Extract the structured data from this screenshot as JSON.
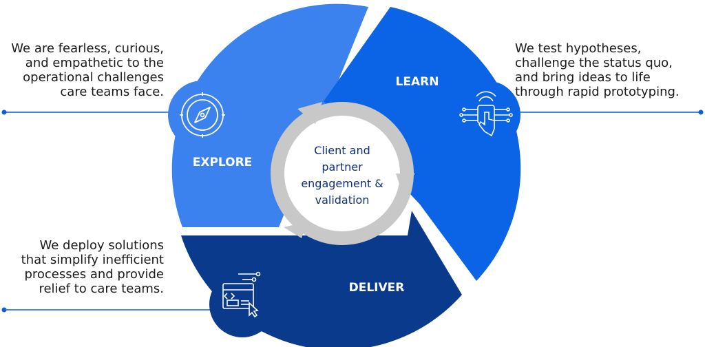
{
  "segments": {
    "explore": {
      "label": "EXPLORE",
      "color": "#3b82ee",
      "icon": "compass-icon",
      "description": [
        "We are fearless, curious,",
        "and empathetic to the",
        "operational challenges",
        "care teams face."
      ]
    },
    "learn": {
      "label": "LEARN",
      "color": "#0b63e5",
      "icon": "touch-circuit-icon",
      "description": [
        "We test hypotheses,",
        "challenge the status quo,",
        "and bring ideas to life",
        "through rapid prototyping."
      ]
    },
    "deliver": {
      "label": "DELIVER",
      "color": "#0a3a8c",
      "icon": "browser-code-icon",
      "description": [
        "We deploy solutions",
        "that simplify inefficient",
        "processes and provide",
        "relief to care teams."
      ]
    }
  },
  "center": {
    "lines": [
      "Client and",
      "partner",
      "engagement &",
      "validation"
    ],
    "text_color": "#0e2f7a",
    "ring_color": "#c8c8c8"
  },
  "connector_color": "#0b5fd9"
}
